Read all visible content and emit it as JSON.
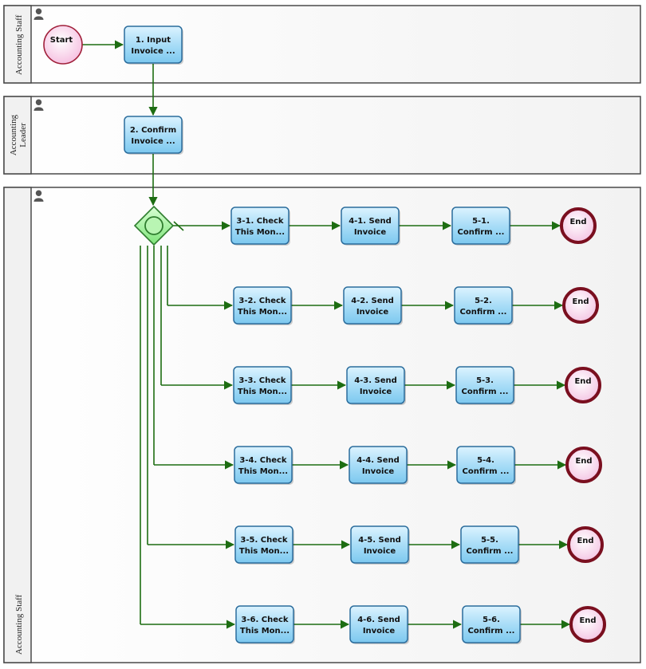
{
  "colors": {
    "lane_border": "#4a4a4a",
    "lane_header": "#f1f1f1",
    "task_fill": "#a9ddf7",
    "task_border": "#2a6c9c",
    "flow": "#1d6d12",
    "start_fill": "#fbd6ee",
    "start_border": "#a0203a",
    "end_border": "#7a0f1f",
    "gateway_fill": "#9ff09a",
    "gateway_border": "#2f7d2f"
  },
  "icons": {
    "lane_actor": "person-icon"
  },
  "lanes": [
    {
      "title": [
        "Accounting Staff"
      ]
    },
    {
      "title": [
        "Accounting",
        "Leader"
      ]
    },
    {
      "title": [
        "Accounting Staff"
      ]
    }
  ],
  "start": {
    "label": "Start"
  },
  "tasks": {
    "t1": [
      "1. Input",
      "Invoice ..."
    ],
    "t2": [
      "2. Confirm",
      "Invoice ..."
    ]
  },
  "rows": [
    {
      "check": [
        "3-1. Check",
        "This Mon..."
      ],
      "send": [
        "4-1. Send",
        "Invoice"
      ],
      "confirm": [
        "5-1.",
        "Confirm ..."
      ],
      "end": "End"
    },
    {
      "check": [
        "3-2. Check",
        "This Mon..."
      ],
      "send": [
        "4-2. Send",
        "Invoice"
      ],
      "confirm": [
        "5-2.",
        "Confirm ..."
      ],
      "end": "End"
    },
    {
      "check": [
        "3-3. Check",
        "This Mon..."
      ],
      "send": [
        "4-3. Send",
        "Invoice"
      ],
      "confirm": [
        "5-3.",
        "Confirm ..."
      ],
      "end": "End"
    },
    {
      "check": [
        "3-4. Check",
        "This Mon..."
      ],
      "send": [
        "4-4. Send",
        "Invoice"
      ],
      "confirm": [
        "5-4.",
        "Confirm ..."
      ],
      "end": "End"
    },
    {
      "check": [
        "3-5. Check",
        "This Mon..."
      ],
      "send": [
        "4-5. Send",
        "Invoice"
      ],
      "confirm": [
        "5-5.",
        "Confirm ..."
      ],
      "end": "End"
    },
    {
      "check": [
        "3-6. Check",
        "This Mon..."
      ],
      "send": [
        "4-6. Send",
        "Invoice"
      ],
      "confirm": [
        "5-6.",
        "Confirm ..."
      ],
      "end": "End"
    }
  ]
}
